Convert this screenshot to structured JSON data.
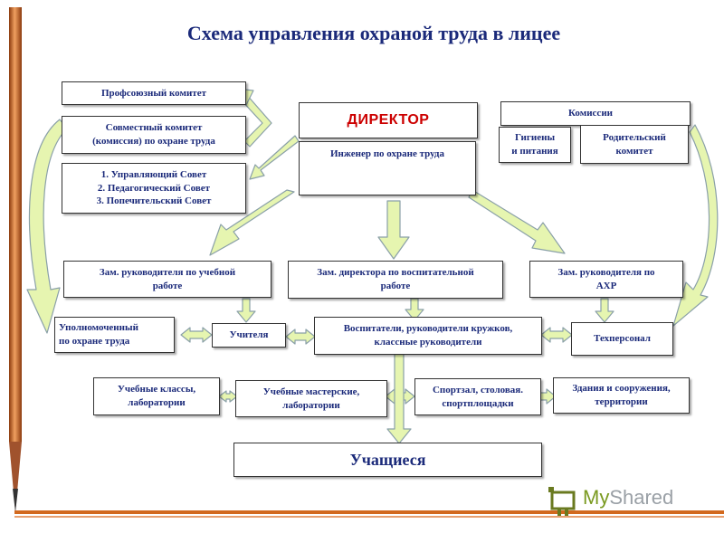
{
  "title": "Схема управления охраной труда в лицее",
  "nodes": {
    "trade_union": "Профсоюзный комитет",
    "joint_committee": "Совместный комитет\n(комиссия) по охране труда",
    "councils": "1. Управляющий Совет\n2. Педагогический Совет\n3. Попечительский Совет",
    "director": "ДИРЕКТОР",
    "safety_engineer": "Инженер по охране труда",
    "commissions": "Комиссии",
    "hygiene": "Гигиены\nи питания",
    "parent_committee": "Родительский\nкомитет",
    "deputy_education": "Зам. руководителя по учебной\nработе",
    "deputy_upbringing": "Зам. директора по воспитательной\nработе",
    "deputy_admin": "Зам. руководителя по\nАХР",
    "safety_representative": "Уполномоченный\nпо охране труда",
    "teachers": "Учителя",
    "educators": "Воспитатели, руководители кружков,\nклассные руководители",
    "tech_staff": "Техперсонал",
    "classrooms": "Учебные классы,\nлаборатории",
    "workshops": "Учебные мастерские,\nлаборатории",
    "gym": "Спортзал, столовая.\nспортплощадки",
    "buildings": "Здания и сооружения,\nтерритории",
    "students": "Учащиеся"
  },
  "watermark": {
    "prefix": "My",
    "suffix": "Shared"
  },
  "colors": {
    "box_text": "#1b2a7a",
    "director_text": "#cc0000",
    "arrow_fill": "#e6f5b0",
    "arrow_stroke": "#8aa0a8",
    "pencil_orange": "#d2691e",
    "rule_line": "#d2691e"
  }
}
